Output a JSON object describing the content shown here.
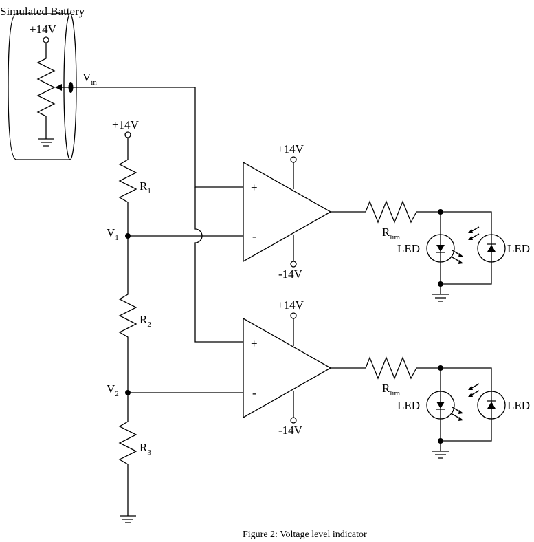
{
  "title": "Simulated Battery",
  "caption": "Figure 2: Voltage level indicator",
  "supply_pos": "+14V",
  "supply_neg": "-14V",
  "vin_main": "V",
  "vin_sub": "in",
  "v1_main": "V",
  "v1_sub": "1",
  "v2_main": "V",
  "v2_sub": "2",
  "r1_main": "R",
  "r1_sub": "1",
  "r2_main": "R",
  "r2_sub": "2",
  "r3_main": "R",
  "r3_sub": "3",
  "rlim_main": "R",
  "rlim_sub": "lim",
  "plus_sign": "+",
  "minus_sign": "-",
  "led_label": "LED",
  "colors": {
    "led_green": "#1a8a1a",
    "led_red": "#e02020",
    "wire": "#000000"
  }
}
